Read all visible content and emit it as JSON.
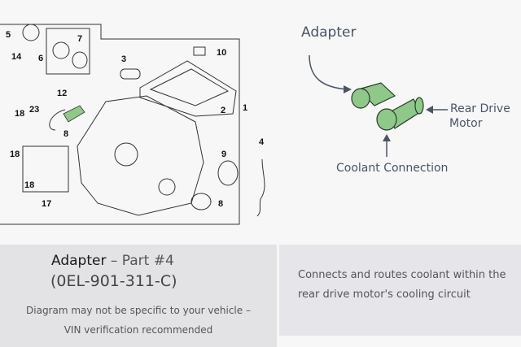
{
  "diagram": {
    "callouts": [
      "5",
      "7",
      "6",
      "14",
      "3",
      "10",
      "12",
      "23",
      "18",
      "8",
      "2",
      "1",
      "18",
      "9",
      "4",
      "18",
      "17",
      "8"
    ]
  },
  "illustration": {
    "label_adapter": "Adapter",
    "label_rear_drive_line1": "Rear Drive",
    "label_rear_drive_line2": "Motor",
    "label_coolant": "Coolant Connection",
    "highlight_color": "#8fc98a",
    "arrow_color": "#4a5566"
  },
  "info": {
    "part_name": "Adapter",
    "part_suffix": " – Part #4",
    "part_number": "(0EL-901-311-C)",
    "disclaimer_line1": "Diagram may not be specific to your vehicle –",
    "disclaimer_line2": "VIN verification recommended",
    "description": "Connects and routes coolant within the rear drive motor's cooling circuit"
  }
}
